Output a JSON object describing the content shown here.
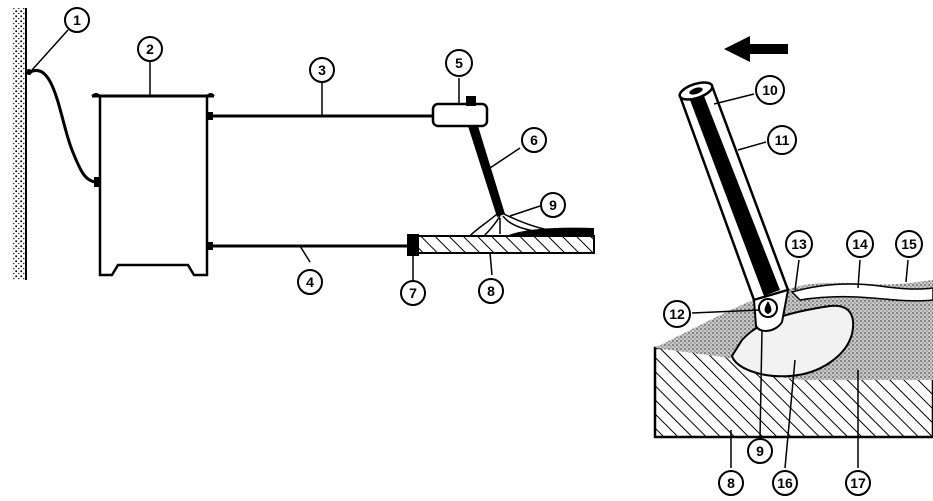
{
  "labels": {
    "l1": "1",
    "l2": "2",
    "l3": "3",
    "l4": "4",
    "l5": "5",
    "l6": "6",
    "l7": "7",
    "l8": "8",
    "l9": "9",
    "l10": "10",
    "l11": "11",
    "l12": "12",
    "l13": "13",
    "l14": "14",
    "l15": "15",
    "l8b": "8",
    "l9b": "9",
    "l16": "16",
    "l17": "17"
  },
  "colors": {
    "ink": "#000000",
    "stipple": "#9a9a9a",
    "paper": "#ffffff"
  },
  "icons": {
    "direction": "arrow-left-icon"
  }
}
